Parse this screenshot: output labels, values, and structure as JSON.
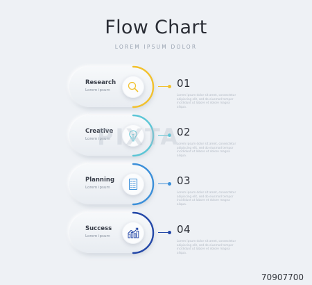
{
  "header": {
    "title": "Flow Chart",
    "subtitle": "LOREM IPSUM DOLOR"
  },
  "steps": [
    {
      "label": "Research",
      "sublabel": "Lorem ipsum",
      "number": "01",
      "icon": "magnifier-icon",
      "color": "#f2c12e",
      "description": "Lorem ipsum dolor sit amet, consectetur adipiscing elit, sed do eiusmod tempor incididunt ut labore et dolore magna aliqua."
    },
    {
      "label": "Creative",
      "sublabel": "Lorem ipsum",
      "number": "02",
      "icon": "lightbulb-icon",
      "color": "#5cc6d6",
      "description": "Lorem ipsum dolor sit amet, consectetur adipiscing elit, sed do eiusmod tempor incididunt ut labore et dolore magna aliqua."
    },
    {
      "label": "Planning",
      "sublabel": "Lorem ipsum",
      "number": "03",
      "icon": "checklist-icon",
      "color": "#3b8fd9",
      "description": "Lorem ipsum dolor sit amet, consectetur adipiscing elit, sed do eiusmod tempor incididunt ut labore et dolore magna aliqua."
    },
    {
      "label": "Success",
      "sublabel": "Lorem ipsum",
      "number": "04",
      "icon": "growth-chart-icon",
      "color": "#2448a8",
      "description": "Lorem ipsum dolor sit amet, consectetur adipiscing elit, sed do eiusmod tempor incididunt ut labore et dolore magna aliqua."
    }
  ],
  "watermark": "PIXTA",
  "footer": {
    "image_id": "70907700"
  }
}
